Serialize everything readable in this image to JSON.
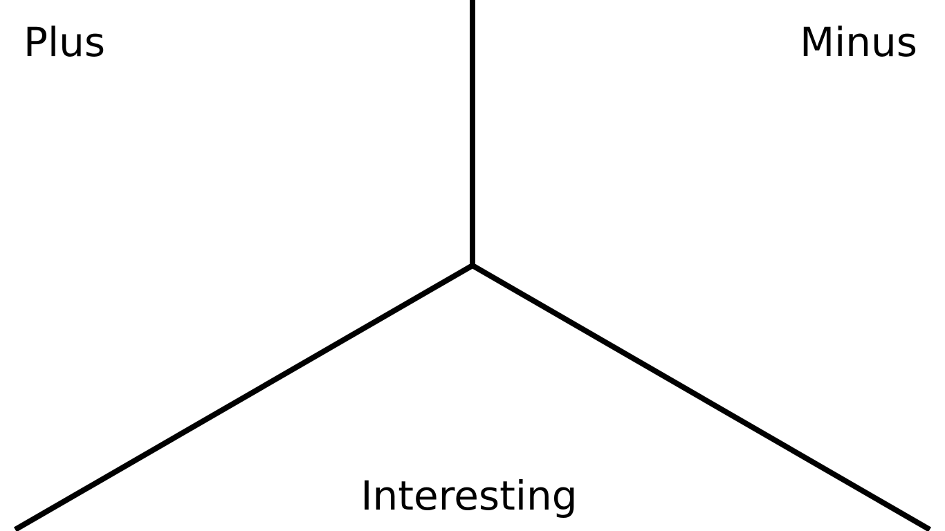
{
  "diagram": {
    "labels": {
      "plus": "Plus",
      "minus": "Minus",
      "interesting": "Interesting"
    },
    "line_color": "#000000",
    "text_color": "#000000",
    "background": "#ffffff"
  }
}
